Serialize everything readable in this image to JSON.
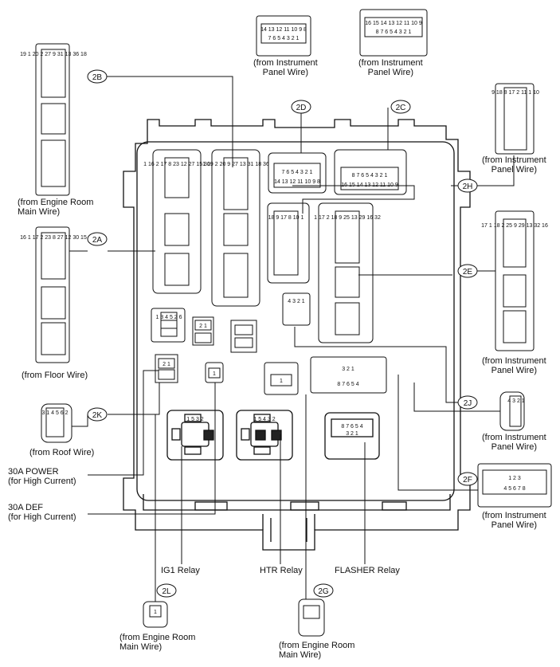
{
  "tags": {
    "t2A": "2A",
    "t2B": "2B",
    "t2C": "2C",
    "t2D": "2D",
    "t2E": "2E",
    "t2F": "2F",
    "t2G": "2G",
    "t2H": "2H",
    "t2J": "2J",
    "t2K": "2K",
    "t2L": "2L"
  },
  "labels": {
    "engine_room_main_1": "(from Engine Room",
    "engine_room_main_2": "Main Wire)",
    "floor_wire": "(from Floor Wire)",
    "roof_wire": "(from Roof Wire)",
    "ip_1a": "(from Instrument",
    "ip_1b": "Panel Wire)",
    "ip_2a": "(from Instrument",
    "ip_2b": "Panel Wire)",
    "ip_3a": "(from Instrument",
    "ip_3b": "Panel Wire)",
    "ip_4a": "(from Instrument",
    "ip_4b": "Panel Wire)",
    "ip_5a": "(from Instrument",
    "ip_5b": "Panel Wire)",
    "ip_6a": "(from Instrument",
    "ip_6b": "Panel Wire)",
    "power_1": "30A POWER",
    "power_2": "(for High Current)",
    "def_1": "30A DEF",
    "def_2": "(for High Current)",
    "ig1_relay": "IG1 Relay",
    "htr_relay": "HTR Relay",
    "flasher_relay": "FLASHER Relay",
    "er_2l_1": "(from Engine Room",
    "er_2l_2": "Main Wire)",
    "er_2g_1": "(from Engine Room",
    "er_2g_2": "Main Wire)"
  },
  "pins": {
    "d_ext_top": "14 13 12 11 10 9 8",
    "d_ext_bottom": "7 6 5 4 3 2 1",
    "c_ext_top": "16 15 14 13 12 11 10 9",
    "c_ext_bottom": "8 7 6 5 4 3 2 1",
    "d_blk_top": "7 6 5 4 3 2 1",
    "d_blk_bottom": "14 13 12 11 10 9 8",
    "c_blk_top": "8 7 6 5 4 3 2 1",
    "c_blk_bottom": "16 15 14 13 12 11 10 9",
    "f_top": "1 2 3",
    "f_bottom": "4 5 6 7 8",
    "f_blk_top": "3 2 1",
    "f_blk_bottom": "8 7 6 5 4",
    "flasher_top": "8 7 6 5 4",
    "flasher_bottom": "3 2 1",
    "k_blk": "1 3 4 5 2 6",
    "j_blk": "4 3 2 1",
    "fuse_a": "2 1",
    "fuse_b": "2 1",
    "l_blk": "1",
    "g_blk": "1",
    "l_ext": "1",
    "j_ext": "4 3 2 1",
    "roof_ext": "3 1 4 5 6 2",
    "ig1": "1 5 3 2",
    "htr": "1 5 4 3 2",
    "engine_room": "19 1 20 2 27 9 31 13 36 18",
    "floor": "16 1 17 2 23 8 27 12 30 15",
    "a_blk": "1 16 2 17 8 23 12 27 15 30",
    "b_blk": "1 19 2 20 9 27 13 31 18 36",
    "h_blk": "18 9 17 8 10 1",
    "e_blk": "1 17 2 18 9 25 13 29 16 32",
    "h_ext": "9 18 8 17 2 11 1 10",
    "e_ext": "17 1 18 2 25 9 29 13 32 16"
  }
}
